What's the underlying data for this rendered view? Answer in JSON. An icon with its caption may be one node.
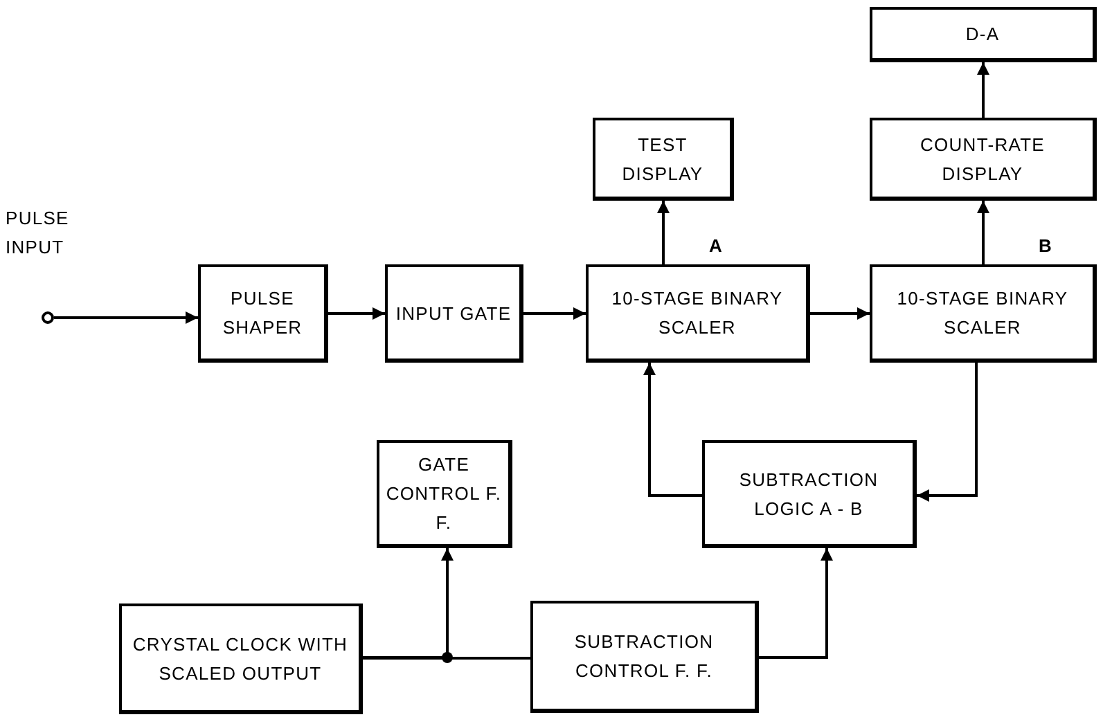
{
  "diagram": {
    "nodes": [
      {
        "text": [],
        "shape": "circle",
        "beside": [
          "PULSE INPUT"
        ]
      },
      {
        "text": [
          "PULSE SHAPER"
        ]
      },
      {
        "text": [
          "INPUT GATE"
        ]
      },
      {
        "text": [
          "TEST DISPLAY"
        ]
      },
      {
        "text": [
          "D-A"
        ]
      },
      {
        "text": [
          "COUNT-RATE DISPLAY"
        ]
      },
      {
        "text": [
          "10-STAGE BINARY SCALER"
        ]
      },
      {
        "text": [
          "10-STAGE BINARY SCALER"
        ]
      },
      {
        "text": [
          "GATE CONTROL F. F."
        ]
      },
      {
        "text": [
          "SUBTRACTION LOGIC A - B"
        ]
      },
      {
        "text": [
          "CRYSTAL CLOCK WITH SCALED OUTPUT"
        ]
      },
      {
        "text": [
          "SUBTRACTION CONTROL F. F."
        ]
      }
    ],
    "edges": [
      {
        "from": 0,
        "to": 1,
        "arrow": "to"
      },
      {
        "from": 1,
        "to": 2,
        "arrow": "to"
      },
      {
        "from": 2,
        "to": 6,
        "arrow": "to"
      },
      {
        "from": 6,
        "to": 7,
        "arrow": "to"
      },
      {
        "from": 6,
        "to": 3,
        "arrow": "to"
      },
      {
        "from": 7,
        "to": 5,
        "arrow": "to"
      },
      {
        "from": 5,
        "to": 4,
        "arrow": "to"
      },
      {
        "from": 7,
        "to": 9,
        "arrow": "to"
      },
      {
        "from": 9,
        "to": 6,
        "arrow": "to"
      },
      {
        "from": 10,
        "to": 8,
        "arrow": "to"
      },
      {
        "from": 10,
        "to": 11,
        "arrow": "none"
      },
      {
        "from": 11,
        "to": 9,
        "arrow": "to"
      }
    ],
    "labels": [
      "A",
      "B"
    ]
  }
}
